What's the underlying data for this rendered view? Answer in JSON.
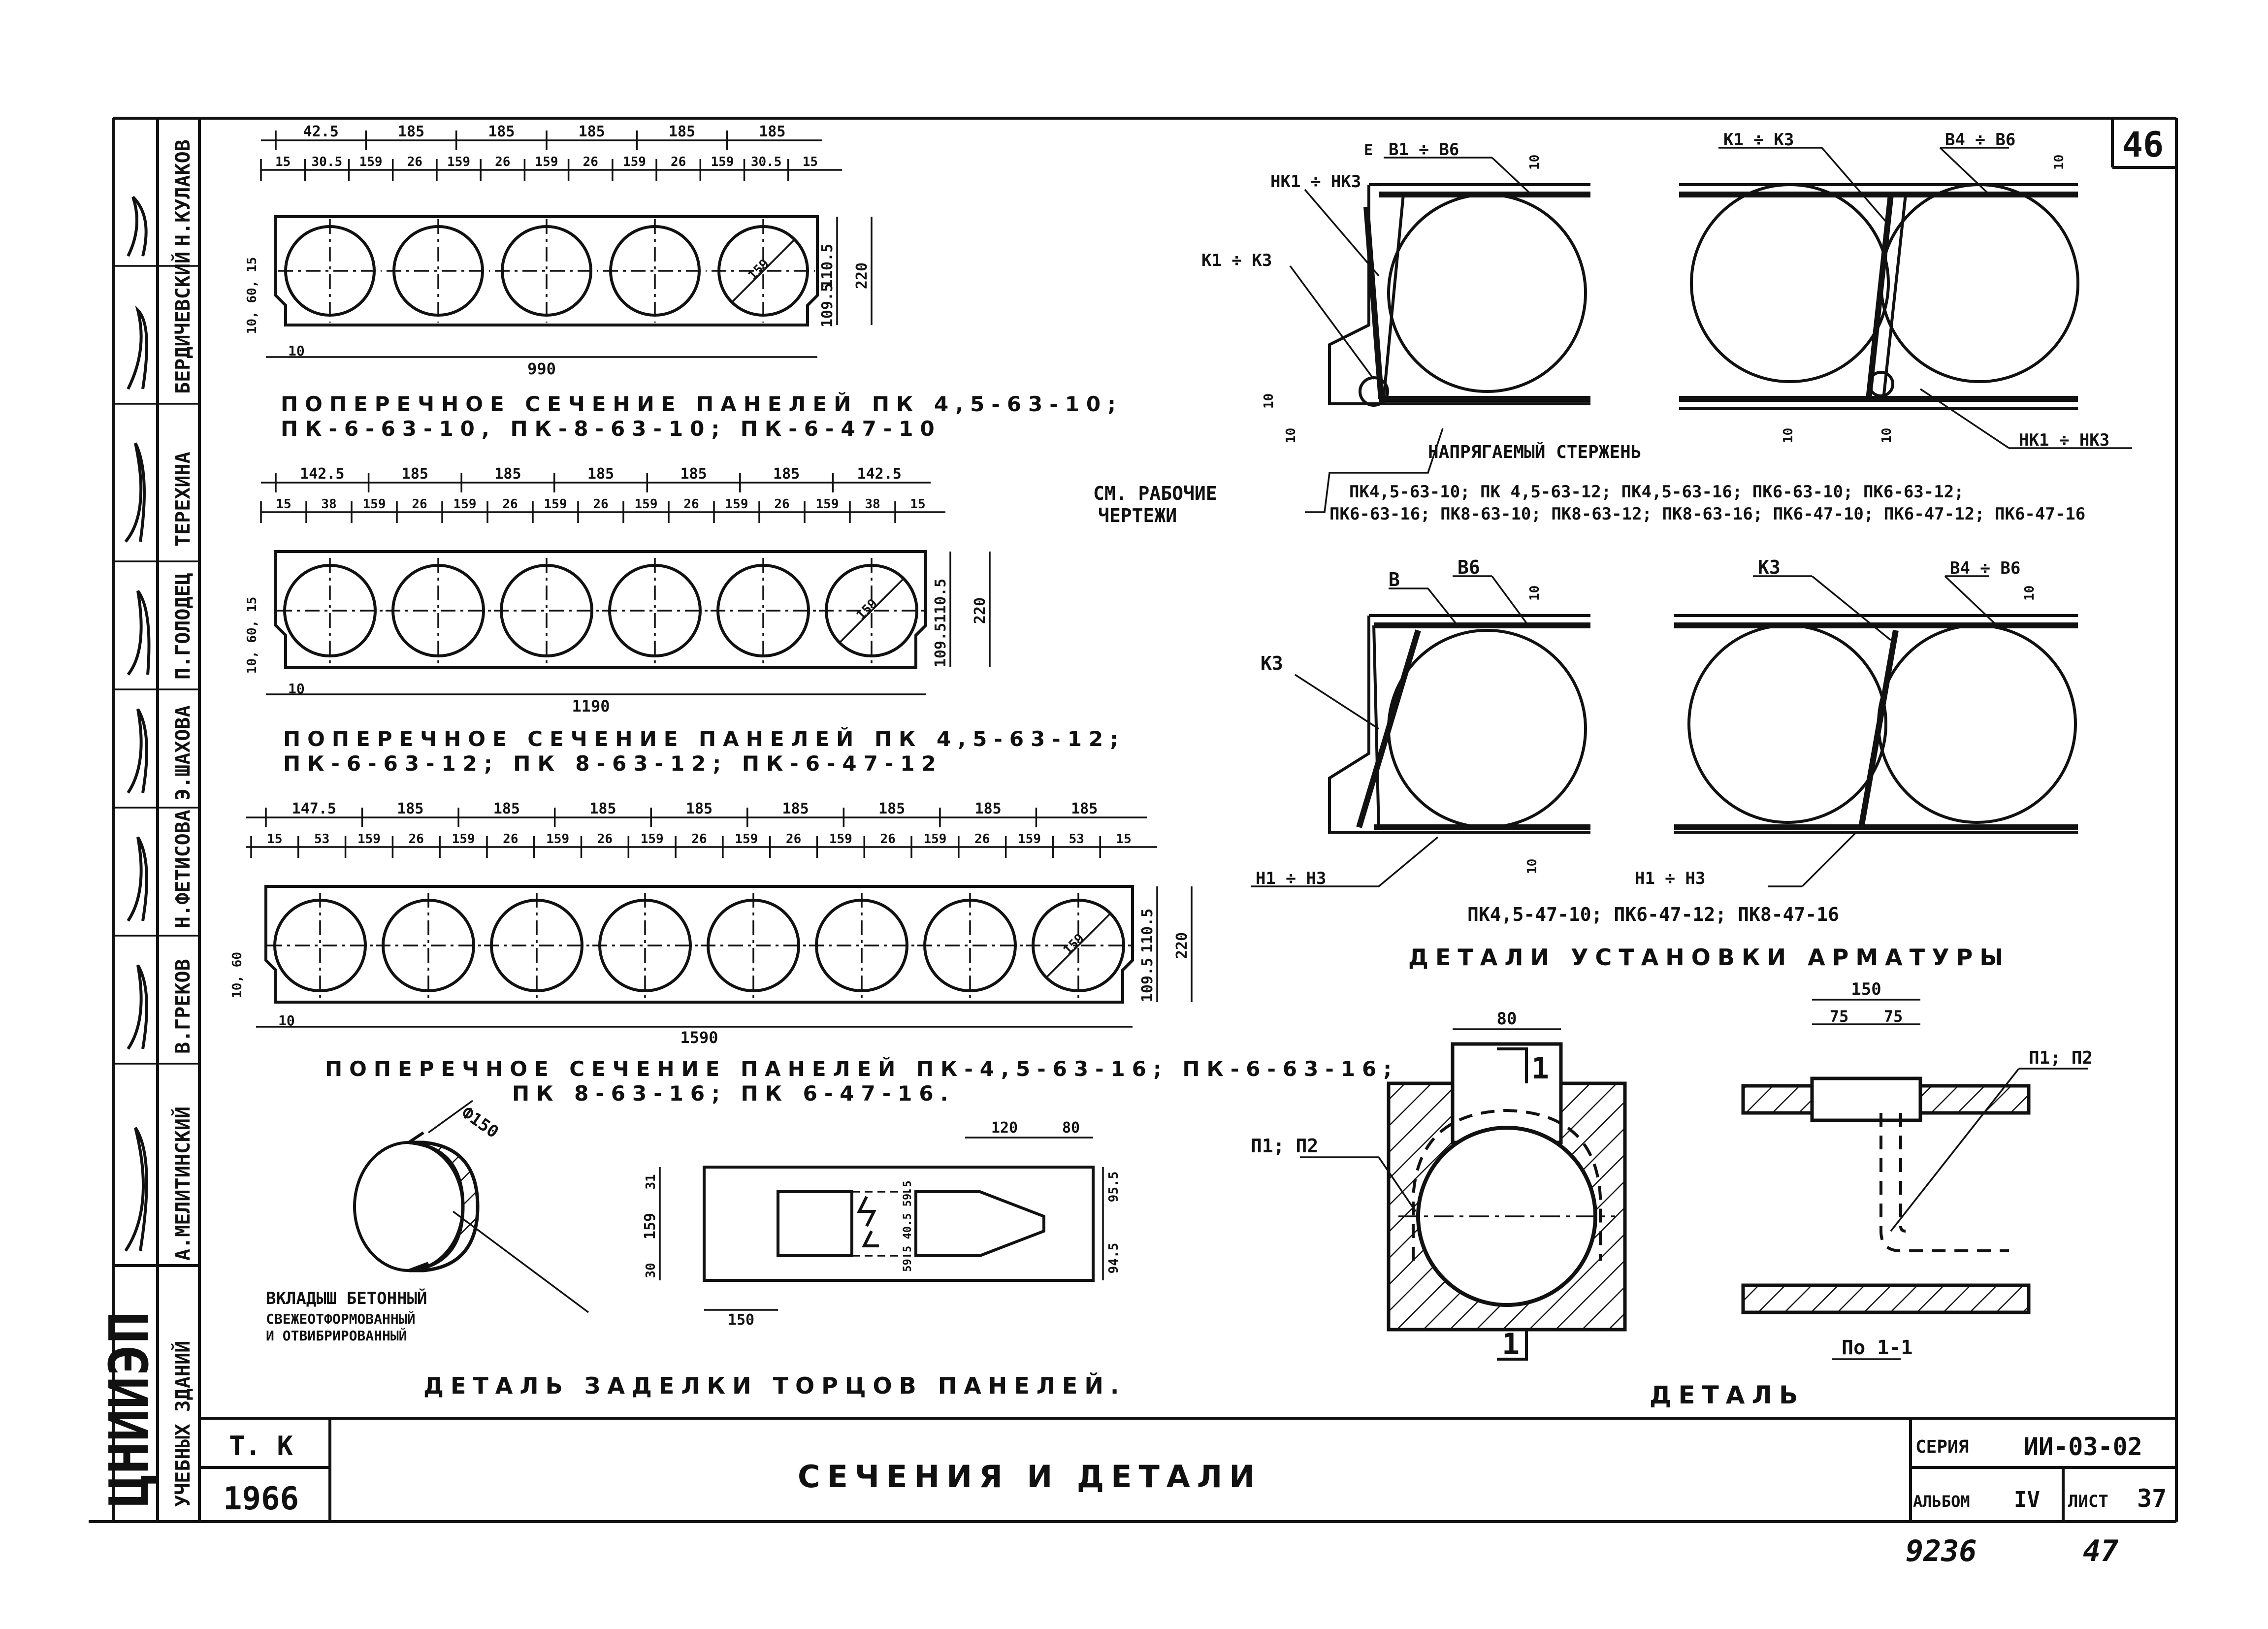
{
  "sheet_number": "46",
  "org_vertical": "ЦНИИЭП",
  "org_sub_vertical": "УЧЕБНЫХ ЗДАНИЙ",
  "staff": [
    {
      "name": "Н.КУЛАКОВ"
    },
    {
      "name": "БЕРДИЧЕВСКИЙ"
    },
    {
      "name": "ТЕРЕХИНА"
    },
    {
      "name": "П.ГОЛОДЕЦ"
    },
    {
      "name": "Э.ШАХОВА"
    },
    {
      "name": "Н.ФЕТИСОВА"
    },
    {
      "name": "В.ГРЕКОВ"
    },
    {
      "name": "А.МЕЛИТИНСКИЙ"
    }
  ],
  "section1": {
    "caption_1": "ПОПЕРЕЧНОЕ СЕЧЕНИЕ ПАНЕЛЕЙ ПК 4,5-63-10;",
    "caption_2": "ПК-6-63-10, ПК-8-63-10; ПК-6-47-10",
    "total": "990",
    "top_dims": [
      "42.5",
      "185",
      "185",
      "185",
      "185",
      "185"
    ],
    "sub_dims": [
      "15",
      "30.5",
      "159",
      "26",
      "159",
      "26",
      "159",
      "26",
      "159",
      "26",
      "159",
      "30.5",
      "15"
    ],
    "height": "220",
    "height_sub": "110.5",
    "height_sub2": "109.5",
    "circle_label": "159",
    "edge": "10",
    "left": "10, 60, 15"
  },
  "section2": {
    "caption_1": "ПОПЕРЕЧНОЕ СЕЧЕНИЕ ПАНЕЛЕЙ ПК 4,5-63-12;",
    "caption_2": "ПК-6-63-12; ПК 8-63-12; ПК-6-47-12",
    "total": "1190",
    "top_dims": [
      "142.5",
      "185",
      "185",
      "185",
      "185",
      "185",
      "142.5"
    ],
    "sub_dims": [
      "15",
      "38",
      "159",
      "26",
      "159",
      "26",
      "159",
      "26",
      "159",
      "26",
      "159",
      "26",
      "159",
      "38",
      "15"
    ],
    "height": "220",
    "height_sub": "110.5",
    "height_sub2": "109.5",
    "circle_label": "159",
    "edge": "10",
    "left": "10, 60, 15"
  },
  "section3": {
    "caption_1": "ПОПЕРЕЧНОЕ СЕЧЕНИЕ ПАНЕЛЕЙ ПК-4,5-63-16; ПК-6-63-16;",
    "caption_2": "ПК 8-63-16; ПК 6-47-16.",
    "total": "1590",
    "top_dims": [
      "147.5",
      "185",
      "185",
      "185",
      "185",
      "185",
      "185",
      "185",
      "185"
    ],
    "sub_dims": [
      "15",
      "53",
      "159",
      "26",
      "159",
      "26",
      "159",
      "26",
      "159",
      "26",
      "159",
      "26",
      "159",
      "26",
      "159",
      "26",
      "159",
      "53",
      "15"
    ],
    "height": "220",
    "height_sub": "110.5",
    "height_sub2": "109.5",
    "circle_label": "159",
    "edge": "10",
    "left": "10, 60"
  },
  "insert": {
    "dia": "Ф150",
    "label_1": "ВКЛАДЫШ БЕТОННЫЙ",
    "label_2": "СВЕЖЕОТФОРМОВАННЫЙ",
    "label_3": "И ОТВИБРИРОВАННЫЙ"
  },
  "end_detail": {
    "caption": "ДЕТАЛЬ ЗАДЕЛКИ ТОРЦОВ ПАНЕЛЕЙ.",
    "d1": "120",
    "d2": "80",
    "d3": "150",
    "v1": "31",
    "v2": "159",
    "v3": "30",
    "v4": "95.5",
    "v5": "94.5",
    "v6": "59.5 40.5 59.5"
  },
  "rebar": {
    "l_nk1": "НК1 ÷ НК3",
    "l_k1": "К1 ÷ К3",
    "l_e": "Е",
    "l_v1": "В1 ÷ В6",
    "l_k1b": "К1 ÷ К3",
    "l_v4": "В4 ÷ В6",
    "l_nk1b": "НК1 ÷ НК3",
    "l_stress": "НАПРЯГАЕМЫЙ СТЕРЖЕНЬ",
    "l_see_1": "СМ. РАБОЧИЕ",
    "l_see_2": "ЧЕРТЕЖИ",
    "list_1": "ПК4,5-63-10; ПК 4,5-63-12; ПК4,5-63-16; ПК6-63-10; ПК6-63-12;",
    "list_2": "ПК6-63-16; ПК8-63-10; ПК8-63-12; ПК8-63-16; ПК6-47-10; ПК6-47-12; ПК6-47-16",
    "l_b": "В",
    "l_b6": "В6",
    "l_k3": "К3",
    "l_k3b": "К3",
    "l_b4": "В4 ÷ В6",
    "l_n1": "Н1 ÷ Н3",
    "l_n1b": "Н1 ÷ Н3",
    "list_3": "ПК4,5-47-10; ПК6-47-12; ПК8-47-16",
    "caption": "ДЕТАЛИ УСТАНОВКИ АРМАТУРЫ",
    "ten": "10"
  },
  "detail": {
    "p1": "П1; П2",
    "p1b": "П1; П2",
    "dim_80": "80",
    "dim_150": "150",
    "dim_75a": "75",
    "dim_75b": "75",
    "mark_1": "1",
    "mark_1b": "1",
    "section": "По 1-1",
    "caption": "ДЕТАЛЬ"
  },
  "titleblock": {
    "tk": "Т. К",
    "year": "1966",
    "title": "СЕЧЕНИЯ И ДЕТАЛИ",
    "series_label": "СЕРИЯ",
    "series": "ИИ-03-02",
    "album_label": "АЛЬБОМ",
    "album": "IV",
    "sheet_label": "ЛИСТ",
    "sheet": "37"
  },
  "footer": {
    "code": "9236",
    "page": "47"
  }
}
